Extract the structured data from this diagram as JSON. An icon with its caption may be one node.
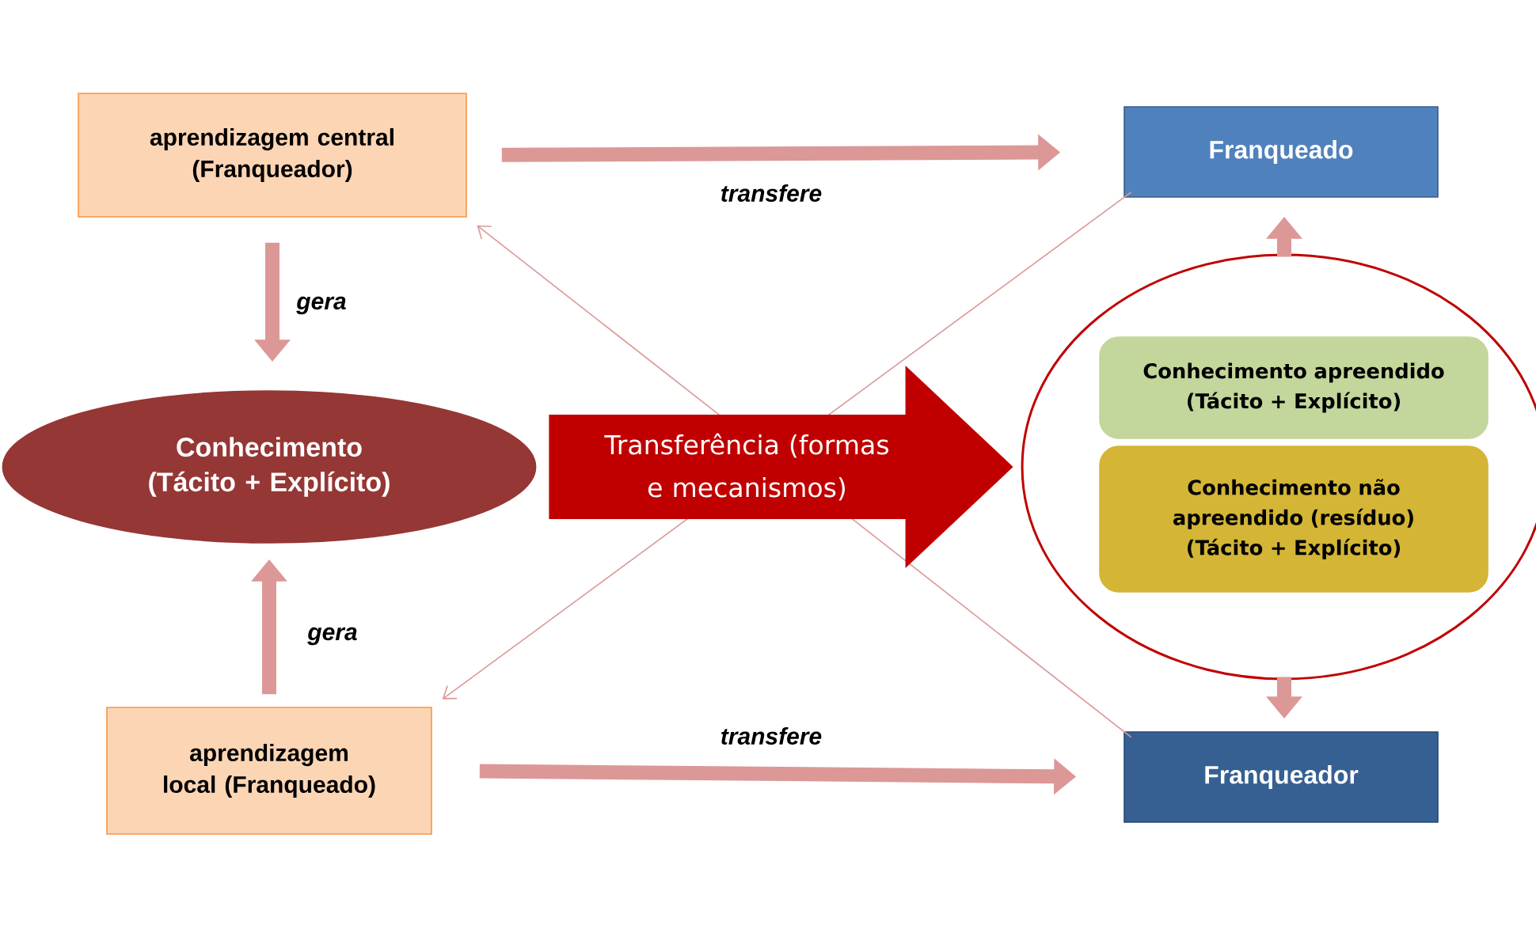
{
  "diagram": {
    "nodes": [
      {
        "text": [
          "aprendizagem central (Franqueador)"
        ]
      },
      {
        "text": [
          "Franqueado"
        ]
      },
      {
        "text": [
          "Conhecimento (Tácito + Explícito)"
        ]
      },
      {
        "text": [],
        "shape": "circle"
      },
      {
        "text": [
          "Conhecimento apreendido (Tácito + Explícito)"
        ],
        "in": 3
      },
      {
        "text": [
          "Conhecimento não apreendido (resíduo) (Tácito + Explícito)"
        ],
        "in": 3
      },
      {
        "text": [
          "aprendizagem local (Franqueado)"
        ]
      },
      {
        "text": [
          "Franqueador"
        ]
      }
    ],
    "edges": [
      {
        "from": 0,
        "to": 1,
        "arrow": "to",
        "label": "transfere"
      },
      {
        "from": 0,
        "to": 2,
        "arrow": "to",
        "label": "gera"
      },
      {
        "from": 6,
        "to": 2,
        "arrow": "to",
        "label": "gera"
      },
      {
        "from": 6,
        "to": 7,
        "arrow": "to",
        "label": "transfere"
      },
      {
        "from": 3,
        "to": 1,
        "arrow": "to"
      },
      {
        "from": 3,
        "to": 7,
        "arrow": "to"
      },
      {
        "from": 1,
        "to": 6,
        "arrow": "to"
      },
      {
        "from": 7,
        "to": 0,
        "arrow": "to"
      },
      {
        "from": 2,
        "to": 3,
        "arrow": "to",
        "label": "Transferência (formas e mecanismos)",
        "style": "thick",
        "color": "#c00000"
      }
    ]
  }
}
